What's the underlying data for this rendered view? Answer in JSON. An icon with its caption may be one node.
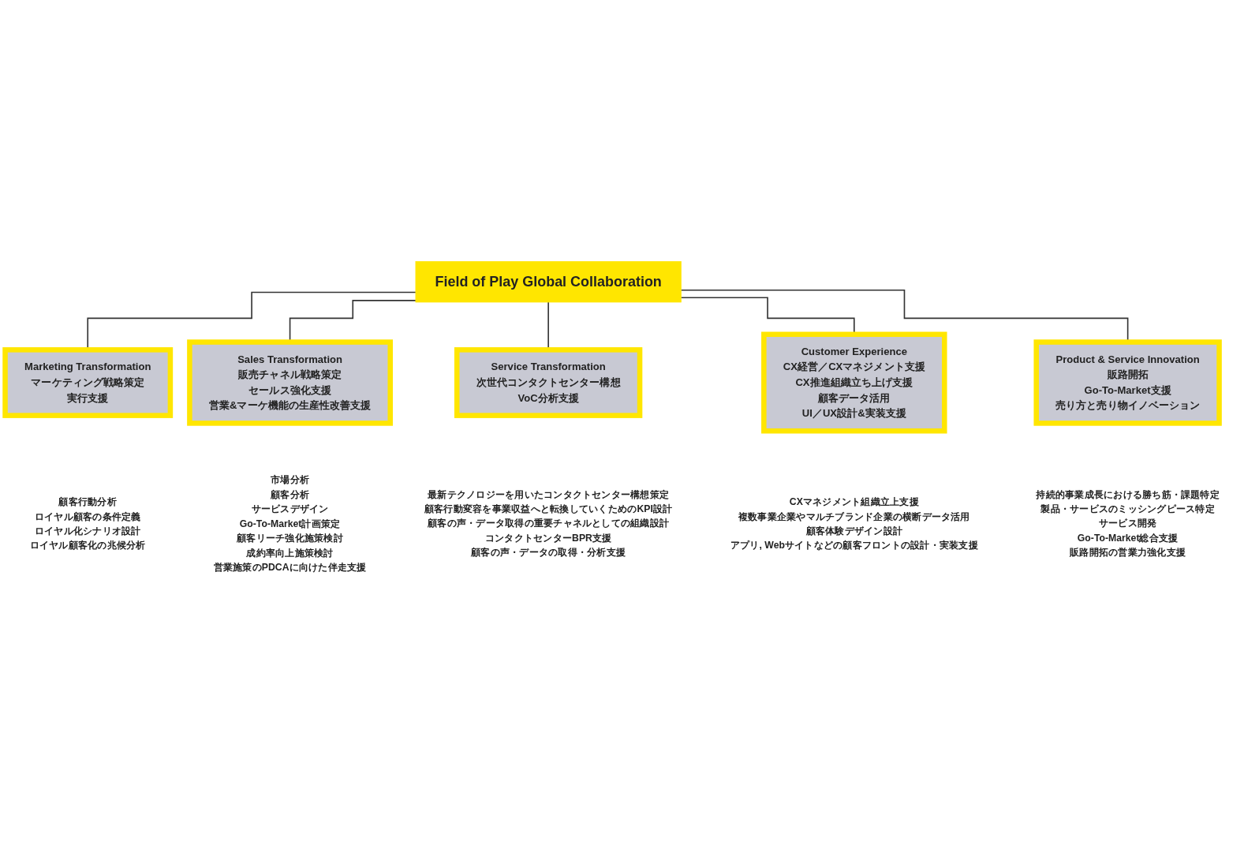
{
  "diagram": {
    "nodes": [
      {
        "text": [
          "Field of Play Global Collaboration"
        ]
      },
      {
        "text": [
          "Marketing Transformation",
          "マーケティング戦略策定",
          "実行支援"
        ],
        "beside": [
          "顧客行動分析",
          "ロイヤル顧客の条件定義",
          "ロイヤル化シナリオ設計",
          "ロイヤル顧客化の兆候分析"
        ]
      },
      {
        "text": [
          "Sales Transformation",
          "販売チャネル戦略策定",
          "セールス強化支援",
          "営業&マーケ機能の生産性改善支援"
        ],
        "beside": [
          "市場分析",
          "顧客分析",
          "サービスデザイン",
          "Go-To-Market計画策定",
          "顧客リーチ強化施策検討",
          "成約率向上施策検討",
          "営業施策のPDCAに向けた伴走支援"
        ]
      },
      {
        "text": [
          "Service Transformation",
          "次世代コンタクトセンター構想",
          "VoC分析支援"
        ],
        "beside": [
          "最新テクノロジーを用いたコンタクトセンター構想策定",
          "顧客行動変容を事業収益へと転換していくためのKPI設計",
          "顧客の声・データ取得の重要チャネルとしての組織設計",
          "コンタクトセンターBPR支援",
          "顧客の声・データの取得・分析支援"
        ]
      },
      {
        "text": [
          "Customer Experience",
          "CX経営／CXマネジメント支援",
          "CX推進組織立ち上げ支援",
          "顧客データ活用",
          "UI／UX設計&実装支援"
        ],
        "beside": [
          "CXマネジメント組織立上支援",
          "複数事業企業やマルチブランド企業の横断データ活用",
          "顧客体験デザイン設計",
          "アプリ, Webサイトなどの顧客フロントの設計・実装支援"
        ]
      },
      {
        "text": [
          "Product & Service Innovation",
          "販路開拓",
          "Go-To-Market支援",
          "売り方と売り物イノベーション"
        ],
        "beside": [
          "持続的事業成長における勝ち筋・課題特定",
          "製品・サービスのミッシングピース特定",
          "サービス開発",
          "Go-To-Market総合支援",
          "販路開拓の営業力強化支援"
        ]
      }
    ],
    "edges": [
      {
        "from": 0,
        "to": 1,
        "arrow": "none"
      },
      {
        "from": 0,
        "to": 2,
        "arrow": "none"
      },
      {
        "from": 0,
        "to": 3,
        "arrow": "none"
      },
      {
        "from": 0,
        "to": 4,
        "arrow": "none"
      },
      {
        "from": 0,
        "to": 5,
        "arrow": "none"
      }
    ]
  }
}
